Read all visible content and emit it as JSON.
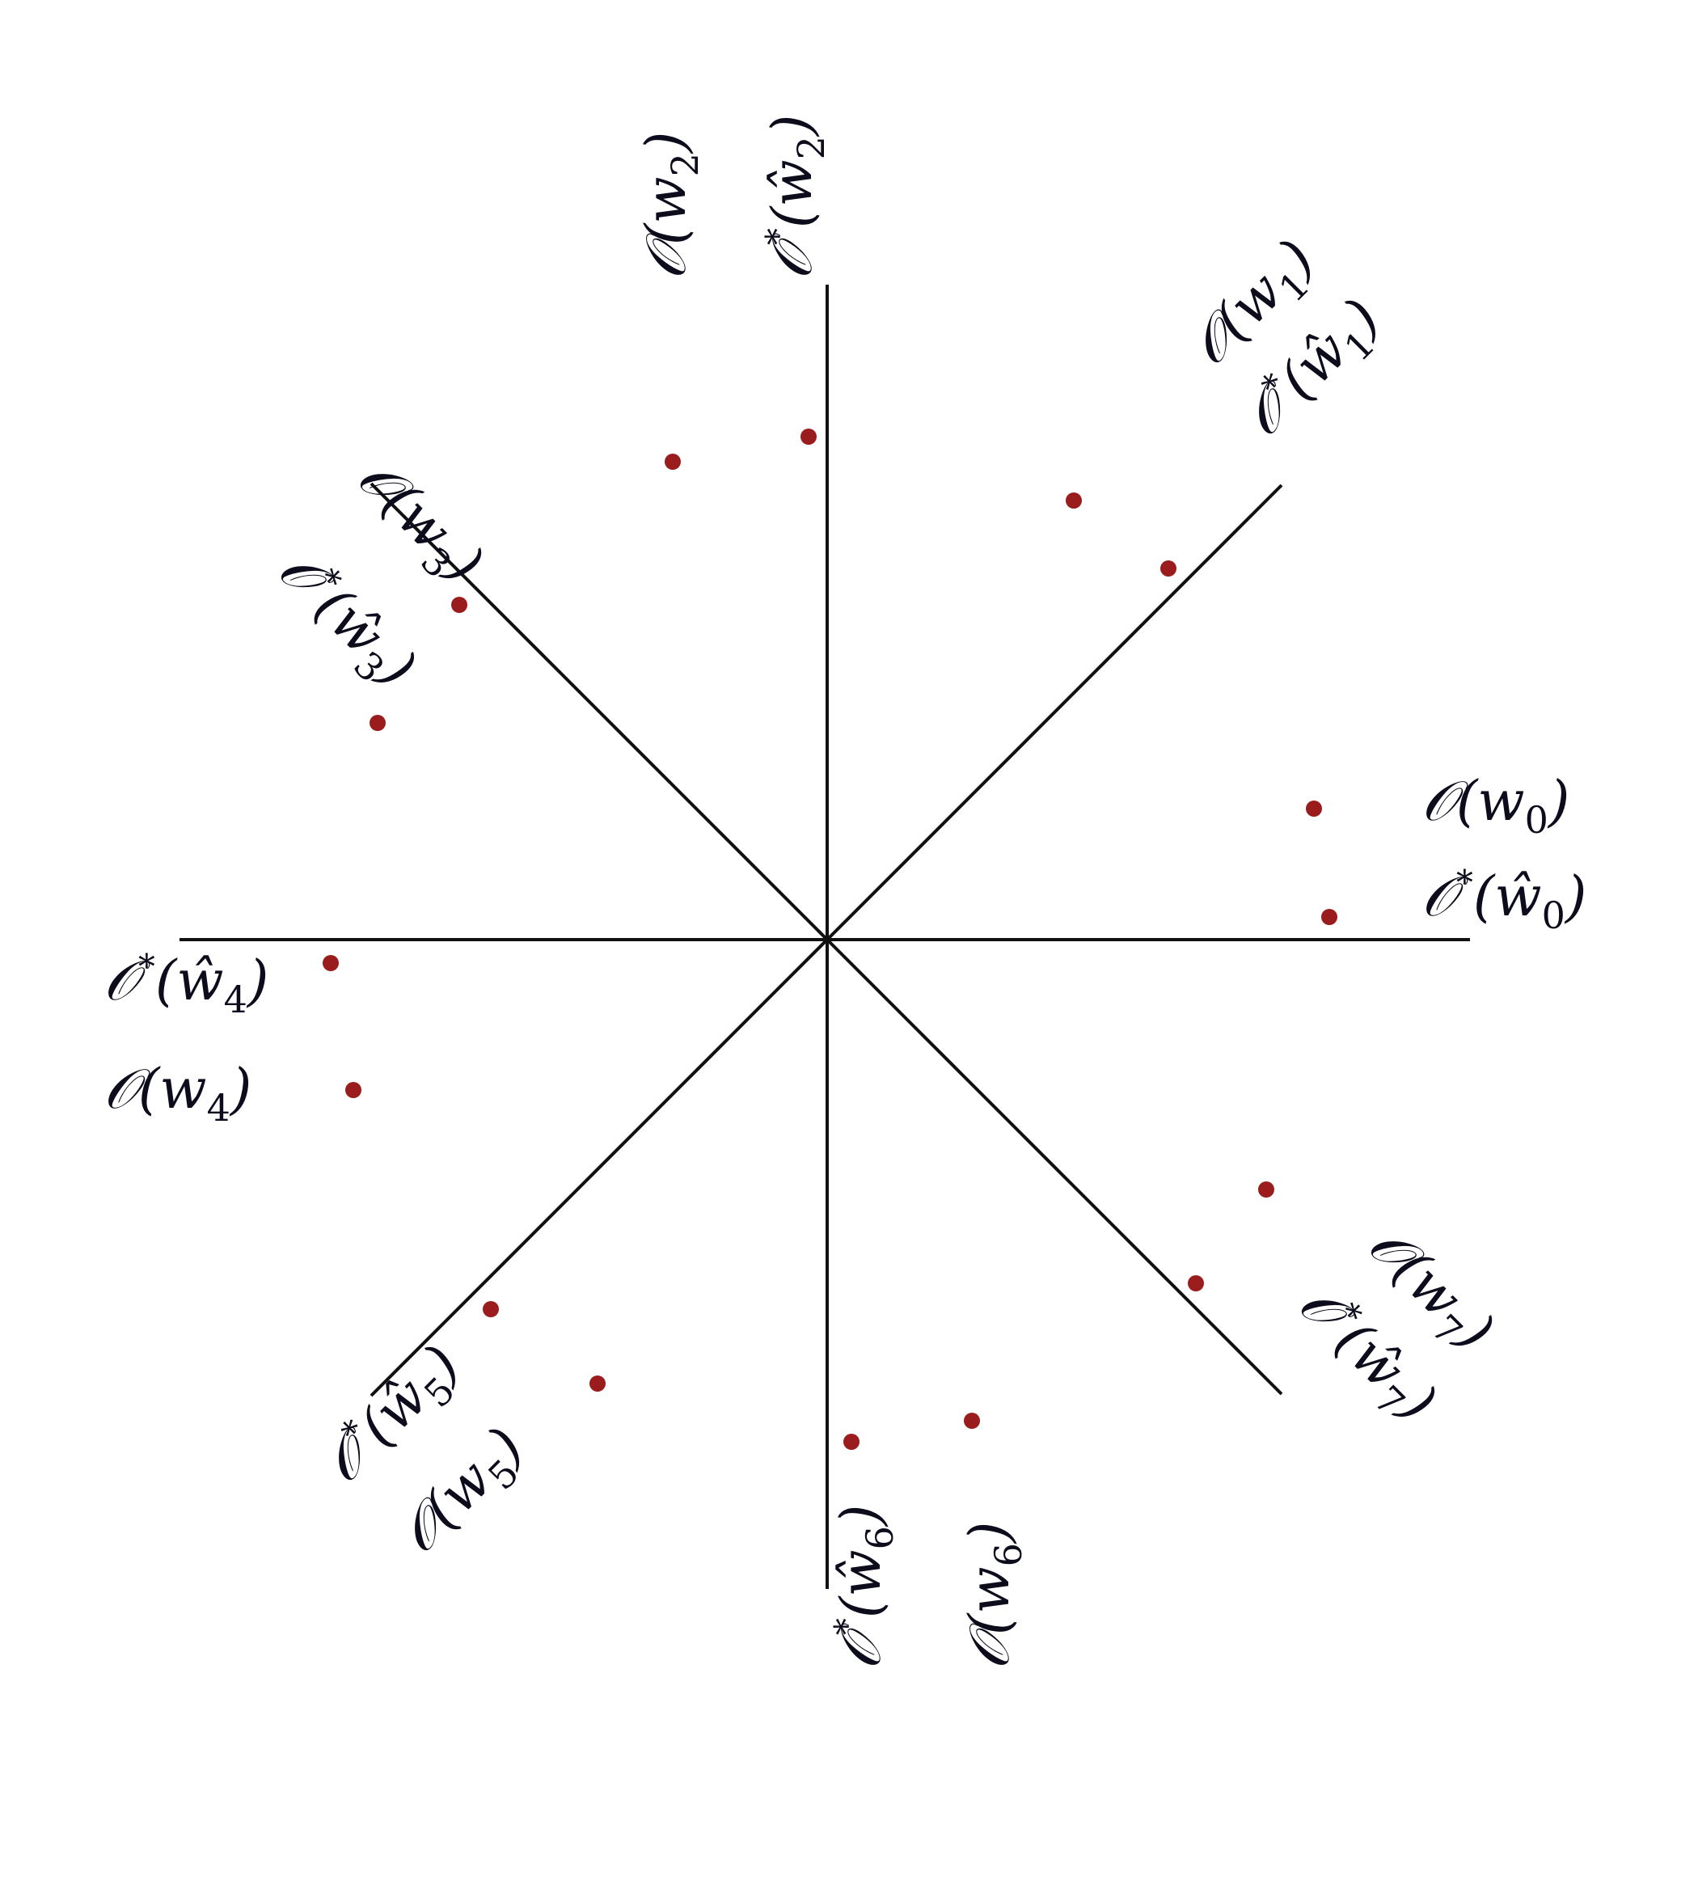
{
  "colors": {
    "background": "#ffffff",
    "rays": "#111111",
    "points": "#9b1c1c",
    "labels": "#0c0c1c"
  },
  "rays": [
    {
      "name": "ray-0"
    },
    {
      "name": "ray-1"
    },
    {
      "name": "ray-2"
    },
    {
      "name": "ray-3"
    },
    {
      "name": "ray-4"
    },
    {
      "name": "ray-5"
    },
    {
      "name": "ray-6"
    },
    {
      "name": "ray-7"
    }
  ],
  "labels": [
    {
      "id": "o-w0",
      "base": "𝒪",
      "star": "",
      "var": "w",
      "hat": false,
      "sub": "0"
    },
    {
      "id": "ostar-w0",
      "base": "𝒪",
      "star": "*",
      "var": "w",
      "hat": true,
      "sub": "0"
    },
    {
      "id": "o-w1",
      "base": "𝒪",
      "star": "",
      "var": "w",
      "hat": false,
      "sub": "1"
    },
    {
      "id": "ostar-w1",
      "base": "𝒪",
      "star": "*",
      "var": "w",
      "hat": true,
      "sub": "1"
    },
    {
      "id": "o-w2",
      "base": "𝒪",
      "star": "",
      "var": "w",
      "hat": false,
      "sub": "2"
    },
    {
      "id": "ostar-w2",
      "base": "𝒪",
      "star": "*",
      "var": "w",
      "hat": true,
      "sub": "2"
    },
    {
      "id": "o-w3",
      "base": "𝒪",
      "star": "",
      "var": "w",
      "hat": false,
      "sub": "3"
    },
    {
      "id": "ostar-w3",
      "base": "𝒪",
      "star": "*",
      "var": "w",
      "hat": true,
      "sub": "3"
    },
    {
      "id": "ostar-w4",
      "base": "𝒪",
      "star": "*",
      "var": "w",
      "hat": true,
      "sub": "4"
    },
    {
      "id": "o-w4",
      "base": "𝒪",
      "star": "",
      "var": "w",
      "hat": false,
      "sub": "4"
    },
    {
      "id": "ostar-w5",
      "base": "𝒪",
      "star": "*",
      "var": "w",
      "hat": true,
      "sub": "5"
    },
    {
      "id": "o-w5",
      "base": "𝒪",
      "star": "",
      "var": "w",
      "hat": false,
      "sub": "5"
    },
    {
      "id": "ostar-w6",
      "base": "𝒪",
      "star": "*",
      "var": "w",
      "hat": true,
      "sub": "6"
    },
    {
      "id": "o-w6",
      "base": "𝒪",
      "star": "",
      "var": "w",
      "hat": false,
      "sub": "6"
    },
    {
      "id": "o-w7",
      "base": "𝒪",
      "star": "",
      "var": "w",
      "hat": false,
      "sub": "7"
    },
    {
      "id": "ostar-w7",
      "base": "𝒪",
      "star": "*",
      "var": "w",
      "hat": true,
      "sub": "7"
    }
  ]
}
